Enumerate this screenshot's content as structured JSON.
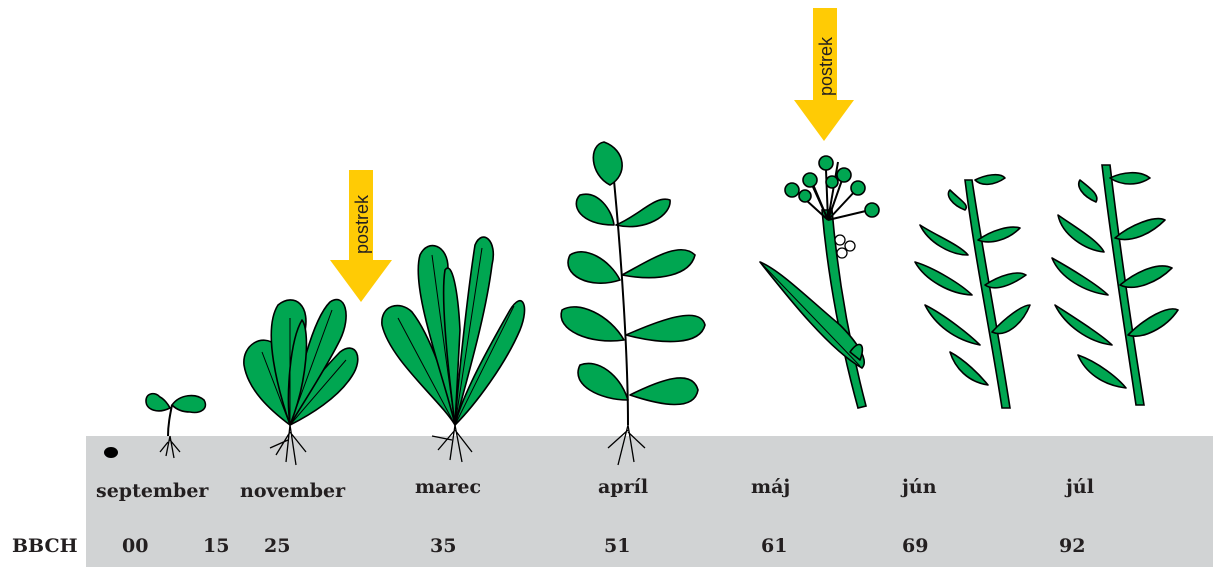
{
  "months": [
    "september",
    "november",
    "marec",
    "apríl",
    "máj",
    "jún",
    "júl"
  ],
  "bbch": {
    "label": "BBCH",
    "codes": [
      "00",
      "15",
      "25",
      "35",
      "51",
      "61",
      "69",
      "92"
    ]
  },
  "spray_markers": {
    "label": "postrek",
    "positions_after": [
      "november",
      "máj"
    ]
  },
  "colors": {
    "plant": "#00a651",
    "arrow": "#ffcb05",
    "ground": "#d1d3d4",
    "text": "#231f20"
  }
}
